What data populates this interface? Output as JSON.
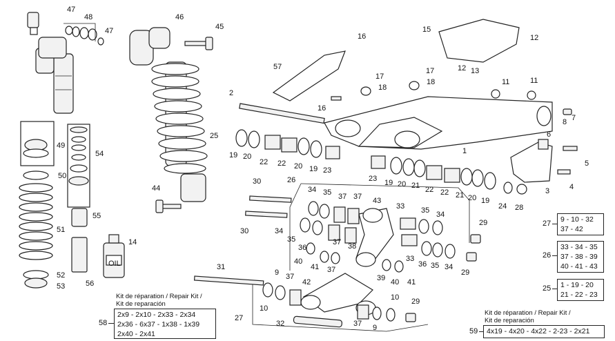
{
  "part_numbers": [
    "1",
    "2",
    "3",
    "4",
    "5",
    "6",
    "7",
    "8",
    "9",
    "10",
    "11",
    "12",
    "13",
    "14",
    "15",
    "16",
    "17",
    "18",
    "19",
    "20",
    "21",
    "22",
    "23",
    "24",
    "25",
    "26",
    "27",
    "28",
    "29",
    "30",
    "31",
    "32",
    "33",
    "34",
    "35",
    "36",
    "37",
    "38",
    "39",
    "40",
    "41",
    "42",
    "43",
    "44",
    "45",
    "46",
    "47",
    "48",
    "49",
    "50",
    "51",
    "52",
    "53",
    "54",
    "55",
    "56",
    "57",
    "58",
    "59"
  ],
  "oil_label": "OIL",
  "kit_58": {
    "id": "58",
    "caption_1": "Kit de réparation / Repair Kit /",
    "caption_2": "Kit de reparación",
    "line_1": "2x9 - 2x10 - 2x33 - 2x34",
    "line_2": "2x36 - 6x37 - 1x38 - 1x39",
    "line_3": "2x40 - 2x41"
  },
  "kit_59": {
    "id": "59",
    "caption_1": "Kit de réparation / Repair Kit /",
    "caption_2": "Kit de reparación",
    "line_1": "4x19 - 4x20 - 4x22 - 2-23 - 2x21"
  },
  "kit_27": {
    "id": "27",
    "line_1": "9 - 10 - 32",
    "line_2": "37 - 42"
  },
  "kit_26": {
    "id": "26",
    "line_1": "33 - 34 - 35",
    "line_2": "37 - 38 - 39",
    "line_3": "40 - 41 - 43"
  },
  "kit_25": {
    "id": "25",
    "line_1": "1 - 19 - 20",
    "line_2": "21 - 22 - 23"
  }
}
